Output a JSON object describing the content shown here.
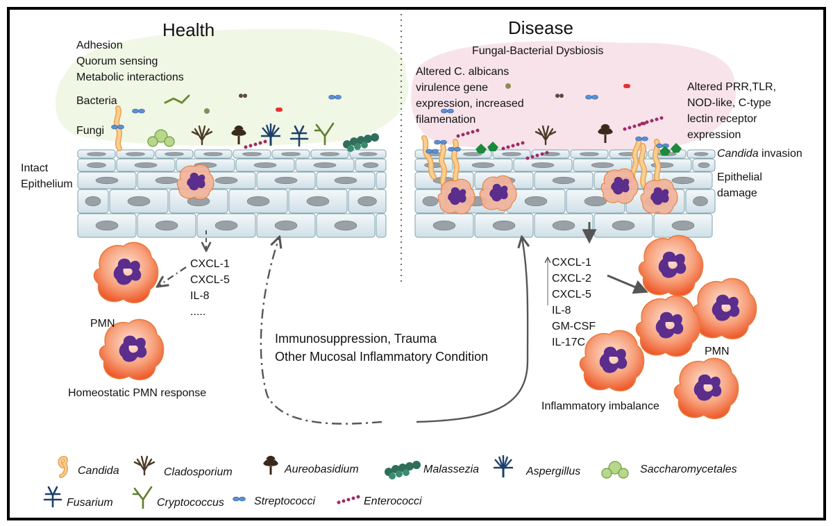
{
  "health": {
    "title": "Health",
    "interactions": [
      "Adhesion",
      "Quorum sensing",
      "Metabolic interactions"
    ],
    "bacteria_label": "Bacteria",
    "fungi_label": "Fungi",
    "epithelium_label": [
      "Intact",
      "Epithelium"
    ],
    "cytokines": [
      "CXCL-1",
      "CXCL-5",
      "IL-8",
      "....."
    ],
    "pmn_label": "PMN",
    "response_label": "Homeostatic PMN response"
  },
  "disease": {
    "title": "Disease",
    "subtitle": "Fungal-Bacterial Dysbiosis",
    "virulence": [
      "Altered C. albicans",
      "virulence gene",
      "expression, increased",
      "filamenation"
    ],
    "receptors": [
      "Altered PRR,TLR,",
      "NOD-like, C-type",
      "lectin  receptor",
      "expression"
    ],
    "invasion_label_italic": "Candida",
    "invasion_label_rest": " invasion",
    "damage_label": [
      "Epithelial",
      "damage"
    ],
    "cytokines": [
      "CXCL-1",
      "CXCL-2",
      "CXCL-5",
      "IL-8",
      "GM-CSF",
      "IL-17C"
    ],
    "pmn_label": "PMN",
    "imbalance_label": "Inflammatory imbalance"
  },
  "trigger": [
    "Immunosuppression, Trauma",
    "Other Mucosal Inflammatory Condition"
  ],
  "legend": [
    {
      "icon": "candida-icon",
      "label": "Candida"
    },
    {
      "icon": "cladosporium-icon",
      "label": "Cladosporium"
    },
    {
      "icon": "aureobasidium-icon",
      "label": "Aureobasidium"
    },
    {
      "icon": "malassezia-icon",
      "label": "Malassezia"
    },
    {
      "icon": "aspergillus-icon",
      "label": "Aspergillus"
    },
    {
      "icon": "saccharomycetales-icon",
      "label": "Saccharomycetales"
    },
    {
      "icon": "fusarium-icon",
      "label": "Fusarium"
    },
    {
      "icon": "cryptococcus-icon",
      "label": "Cryptococcus"
    },
    {
      "icon": "streptococci-icon",
      "label": "Streptococci"
    },
    {
      "icon": "enterococci-icon",
      "label": "Enterococci"
    }
  ],
  "colors": {
    "health_cloud": "#eef6e2",
    "disease_cloud": "#f8e2ea",
    "epithelium_cell": "#e4eef2",
    "pmn_fill": "#f06a3e",
    "pmn_nucleus": "#5b2d8c",
    "candida": "#f6b565",
    "streptococci": "#5b8fd6",
    "enterococci": "#a12a64",
    "malassezia": "#2f6e5a",
    "arrow": "#555555"
  }
}
